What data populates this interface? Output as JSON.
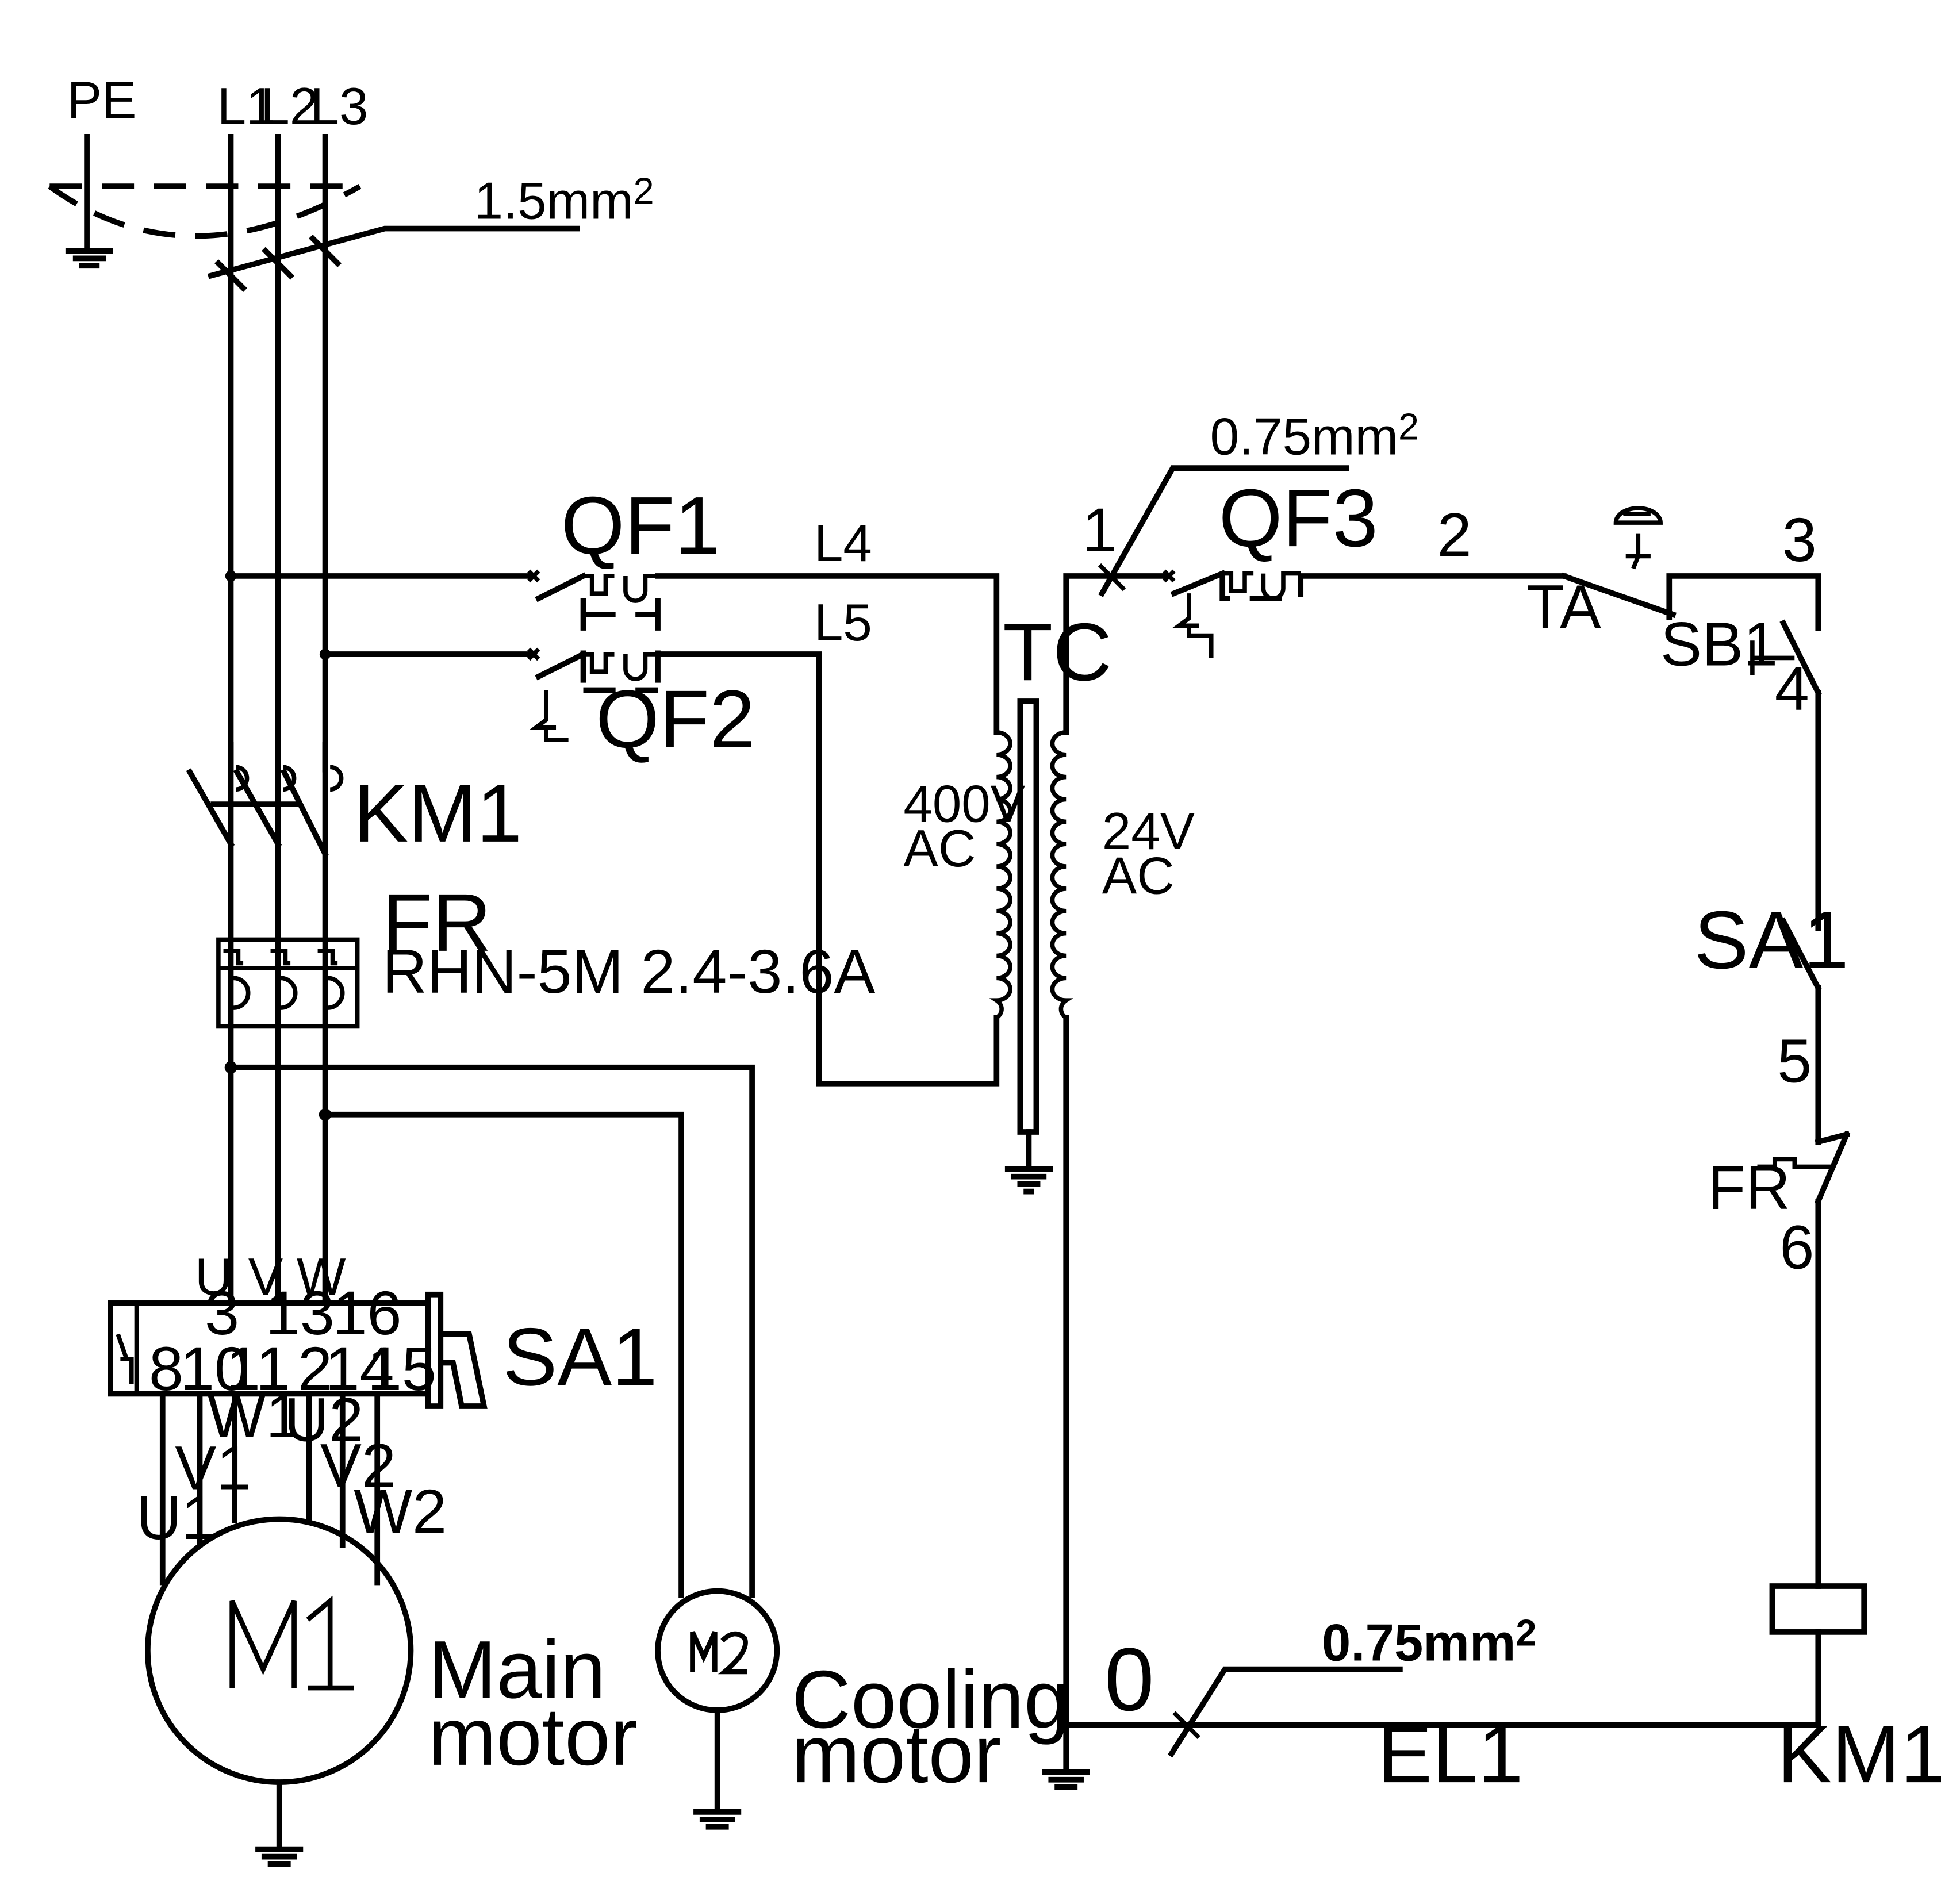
{
  "supply": {
    "pe": "PE",
    "l1": "L1",
    "l2": "L2",
    "l3": "L3",
    "cable": "1.5mm",
    "cable_sup": "2"
  },
  "qf1": "QF1",
  "qf2": "QF2",
  "qf3": "QF3",
  "line_l4": "L4",
  "line_l5": "L5",
  "km1_main": "KM1",
  "fr": {
    "label": "FR",
    "model": "RHN-5M 2.4-3.6A"
  },
  "transformer": {
    "label": "TC",
    "primary_v": "400V",
    "primary_ac": "AC",
    "secondary_v": "24V",
    "secondary_ac": "AC"
  },
  "control_cable": {
    "size": "0.75mm",
    "sup": "2"
  },
  "return_cable": {
    "size": "0.75mm",
    "sup": "2"
  },
  "nodes": {
    "n0": "0",
    "n1": "1",
    "n2": "2",
    "n3": "3",
    "n4": "4",
    "n5": "5",
    "n6": "6"
  },
  "ta": "TA",
  "sb1": "SB1",
  "sa1_ctrl": "SA1",
  "fr_ctrl": "FR",
  "el1": "EL1",
  "km1_coil": "KM1",
  "sa1_switch": {
    "label": "SA1",
    "in_letters": [
      "U",
      "V",
      "W"
    ],
    "in_terms": [
      "3",
      "13",
      "16"
    ],
    "out_terms": [
      "8",
      "10",
      "11",
      "2",
      "14",
      "15"
    ],
    "windings": [
      "U1",
      "V1",
      "W1",
      "U2",
      "V2",
      "W2"
    ]
  },
  "m1": {
    "glyph": "M1",
    "caption_1": "Main",
    "caption_2": "motor"
  },
  "m2": {
    "glyph": "M2",
    "caption_1": "Cooling",
    "caption_2": "motor"
  }
}
